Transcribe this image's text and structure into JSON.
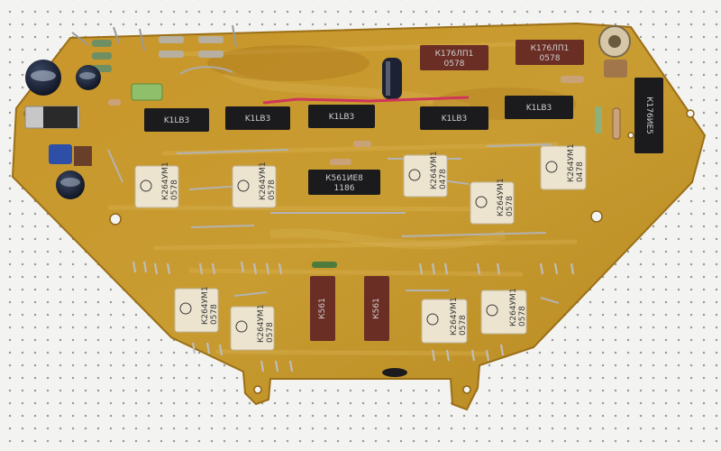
{
  "photo": {
    "subject": "printed-circuit-board",
    "colors": {
      "board": "#c79a2e",
      "board_dark": "#a9781b",
      "copper": "#d8ac45",
      "background": "#f3f3f1",
      "ic_black": "#1b1b1d",
      "ic_brown": "#6a2e25",
      "ceramic": "#ece4cf",
      "wire_red": "#d0365a"
    }
  },
  "ics_top": [
    {
      "label": "K1LB3"
    },
    {
      "label": "K1LB3"
    },
    {
      "label": "K1LB3"
    },
    {
      "label": "K1LB3"
    },
    {
      "label": "K1LB3"
    }
  ],
  "ics_brown": [
    {
      "label": "К176ЛП1",
      "code": "0578"
    },
    {
      "label": "К176ЛП1",
      "code": "0578"
    }
  ],
  "ic_mid": {
    "line1": "К561ИЕ8",
    "line2": "1186"
  },
  "ics_brown_bottom": [
    {
      "label": "К561"
    },
    {
      "label": "К561"
    }
  ],
  "ic_right": {
    "label": "К176ИЕ5"
  },
  "relays": [
    {
      "line1": "К264УМ1",
      "line2": "0578"
    },
    {
      "line1": "К264УМ1",
      "line2": "0578"
    },
    {
      "line1": "К264УМ1",
      "line2": "0478"
    },
    {
      "line1": "К264УМ1",
      "line2": "0578"
    },
    {
      "line1": "К264УМ1",
      "line2": "0478"
    },
    {
      "line1": "К264УМ1",
      "line2": "0578"
    },
    {
      "line1": "К264УМ1",
      "line2": "0578"
    },
    {
      "line1": "К264УМ1",
      "line2": "0578"
    },
    {
      "line1": "К264УМ1",
      "line2": "0578"
    }
  ]
}
